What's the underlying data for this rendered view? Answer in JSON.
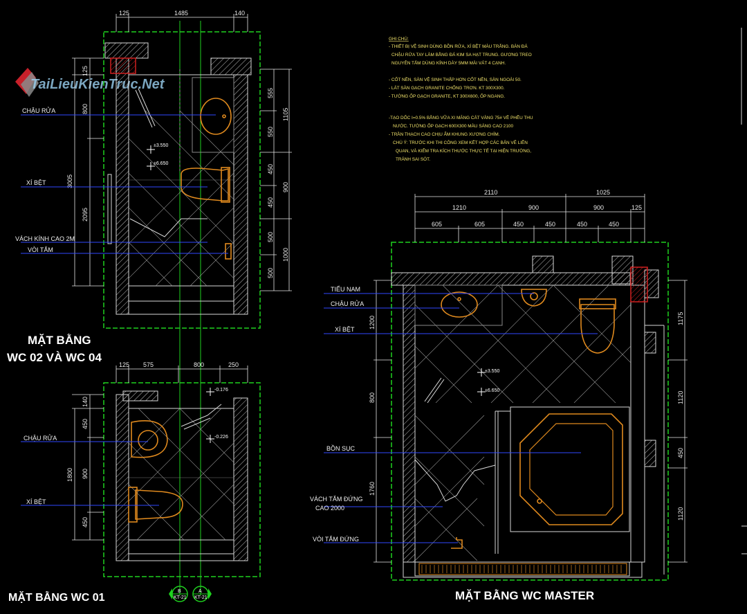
{
  "watermark": {
    "text": "TaiLieuKienTruc.Net"
  },
  "notes": {
    "heading": "GHI CHÚ:",
    "lines": [
      "- THIẾT BỊ VỆ SINH DÙNG BỒN RỬA, XÍ BỆT MÀU TRẮNG. BÀN ĐÁ",
      "CHẬU RỬA TAY LÀM BẰNG ĐÁ KIM SA HẠT TRUNG. GƯƠNG TREO",
      "NGUYÊN TẤM DÙNG KÍNH DÀY 5MM MÀI VÁT 4 CẠNH.",
      "",
      "- CỐT NỀN, SÀN VỆ SINH THẤP HƠN CỐT NỀN, SÀN NGOÀI 50.",
      "- LÁT SÀN GẠCH GRANITE CHỐNG TRƠN. KT 300X300.",
      "- TƯỜNG ỐP GẠCH GRANITE, KT 300X600, ỐP NGANG.",
      "",
      "-TẠO DỐC I=0.5% BẰNG VỮA XI MĂNG CÁT VÀNG 75# VỀ PHỄU THU",
      "NƯỚC. TƯỜNG ỐP GẠCH 600X300 MÀU SÁNG CAO 2100",
      "- TRẦN THẠCH CAO CHỊU ẨM KHUNG XƯƠNG CHÌM.",
      "CHÚ Ý: TRƯỚC KHI THI CÔNG XEM KẾT HỢP CÁC BẢN VẼ LIÊN",
      "QUAN, VÀ KIỂM TRA KÍCH THƯỚC THỰC TẾ TẠI HIỆN TRƯỜNG,",
      "TRÁNH SAI SÓT."
    ]
  },
  "plan_wc02": {
    "title_line1": "MẶT BẰNG",
    "title_line2": "WC 02 VÀ WC 04",
    "dims_top": [
      "125",
      "1485",
      "140"
    ],
    "dims_left": [
      "125",
      "800",
      "3005",
      "2095"
    ],
    "dims_right": [
      "555",
      "550",
      "450",
      "450",
      "500",
      "500",
      "1105",
      "900",
      "1000"
    ],
    "labels": [
      "CHẬU RỬA",
      "XÍ BỆT",
      "VÁCH KÍNH CAO 2M",
      "VÒI TẮM"
    ],
    "levels": [
      "±3.550",
      "±6.650"
    ]
  },
  "plan_wc01": {
    "title": "MẶT BẰNG WC 01",
    "dims_top": [
      "125",
      "575",
      "800",
      "250"
    ],
    "dims_left": [
      "140",
      "450",
      "900",
      "450",
      "1800"
    ],
    "labels": [
      "CHẬU RỬA",
      "XÍ BỆT"
    ],
    "levels": [
      "-0.176",
      "-0.226"
    ],
    "section_marks": [
      {
        "letter": "B",
        "ref": "KT-21"
      },
      {
        "letter": "A",
        "ref": "KT-21"
      }
    ]
  },
  "plan_master": {
    "title": "MẶT BẰNG WC MASTER",
    "dims_top_row1": [
      "2110",
      "1025"
    ],
    "dims_top_row2": [
      "1210",
      "900",
      "900",
      "125"
    ],
    "dims_top_row3": [
      "605",
      "605",
      "450",
      "450",
      "450",
      "450"
    ],
    "dims_left": [
      "1200",
      "800",
      "1760"
    ],
    "dims_right": [
      "1175",
      "1120",
      "450",
      "1120"
    ],
    "labels": [
      "TIỂU NAM",
      "CHẬU RỬA",
      "XÍ BỆT",
      "BỒN SỤC",
      "VÁCH TẮM ĐỨNG",
      "CAO 2000",
      "VÒI TẮM ĐỨNG"
    ],
    "levels": [
      "±3.550",
      "±6.650"
    ]
  },
  "colors": {
    "background": "#000000",
    "boundary": "#1fd21f",
    "wall": "#d9d9d9",
    "fixture": "#e08a1e",
    "leader": "#2f47ff",
    "dimension": "#e8e8e8",
    "notes": "#f2e36b"
  }
}
